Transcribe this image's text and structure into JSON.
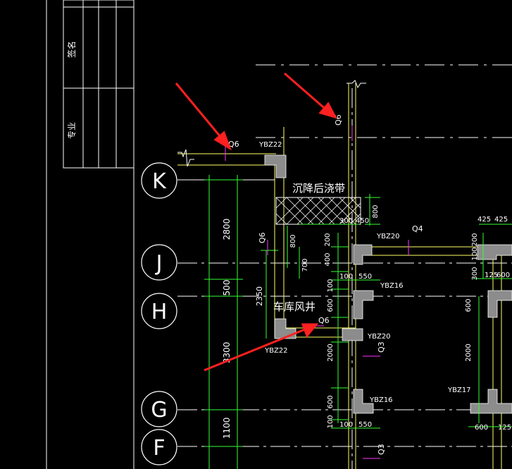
{
  "colors": {
    "background": "#000000",
    "white": "#ffffff",
    "yellow": "#ffff66",
    "green": "#33ff33",
    "magenta": "#ff33ff",
    "red": "#ff2020",
    "grey": "#9a9a9a"
  },
  "title_block": {
    "upper_text": "签名",
    "lower_text": "专业"
  },
  "axes": {
    "K": "K",
    "J": "J",
    "H": "H",
    "G": "G",
    "F": "F"
  },
  "dims_left": {
    "d1": "2800",
    "d2": "500",
    "d3": "3300",
    "d4": "1100",
    "d5": "2350"
  },
  "labels": {
    "settlement_band": "沉降后浇带",
    "garage_shaft": "车库风井",
    "q6_top": "Q6",
    "q6_mid": "Q6",
    "q6_right": "Q6",
    "q6_low": "Q6",
    "q4": "Q4",
    "q3_a": "Q3",
    "q3_b": "Q3",
    "ybz22_top": "YBZ22",
    "ybz22_bottom": "YBZ22",
    "ybz20_a": "YBZ20",
    "ybz20_b": "YBZ20",
    "ybz16_a": "YBZ16",
    "ybz16_b": "YBZ16",
    "ybz17": "YBZ17"
  },
  "dims_inner": {
    "d800a": "800",
    "d800b": "800",
    "d700": "700",
    "d200a": "200",
    "d400": "400",
    "d100a": "100",
    "d550a": "550",
    "d100b": "100",
    "d600a": "600",
    "d2000a": "2000",
    "d600b": "600",
    "d100c": "100",
    "d100d": "100",
    "d550b": "550",
    "d300": "300",
    "d450": "450",
    "d425a": "425",
    "d425b": "425",
    "d200b": "200",
    "d100e": "100",
    "d300b": "300",
    "d125": "125",
    "d600c": "600",
    "d600d": "600",
    "d2000b": "2000",
    "d600e": "600",
    "d125b": "125"
  }
}
